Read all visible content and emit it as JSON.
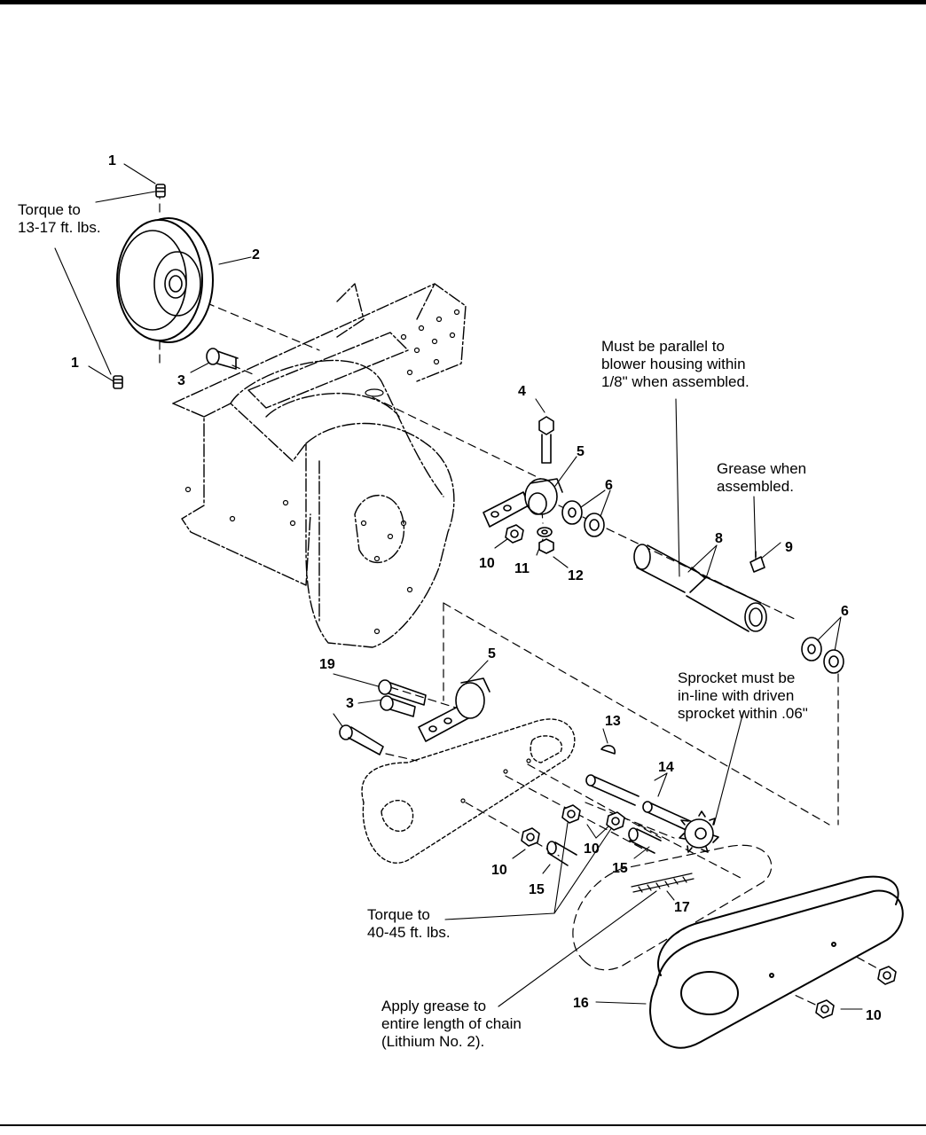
{
  "callouts": {
    "c1a": "1",
    "c1b": "1",
    "c2": "2",
    "c3a": "3",
    "c3b": "3",
    "c4": "4",
    "c5a": "5",
    "c5b": "5",
    "c6a": "6",
    "c6b": "6",
    "c8": "8",
    "c9": "9",
    "c10a": "10",
    "c10b": "10",
    "c10c": "10",
    "c10d": "10",
    "c11": "11",
    "c12": "12",
    "c13": "13",
    "c14": "14",
    "c15a": "15",
    "c15b": "15",
    "c16": "16",
    "c17": "17",
    "c19": "19"
  },
  "notes": {
    "torque_pulley": [
      "Torque to",
      "13-17 ft. lbs."
    ],
    "parallel": [
      "Must be parallel to",
      "blower housing within",
      "1/8\" when assembled."
    ],
    "grease_assembled": [
      "Grease when",
      "assembled."
    ],
    "sprocket": [
      "Sprocket must be",
      "in-line with driven",
      "sprocket within .06\""
    ],
    "torque_nuts": [
      "Torque to",
      "40-45 ft. lbs."
    ],
    "grease_chain": [
      "Apply grease to",
      "entire length of chain",
      "(Lithium No. 2)."
    ]
  }
}
